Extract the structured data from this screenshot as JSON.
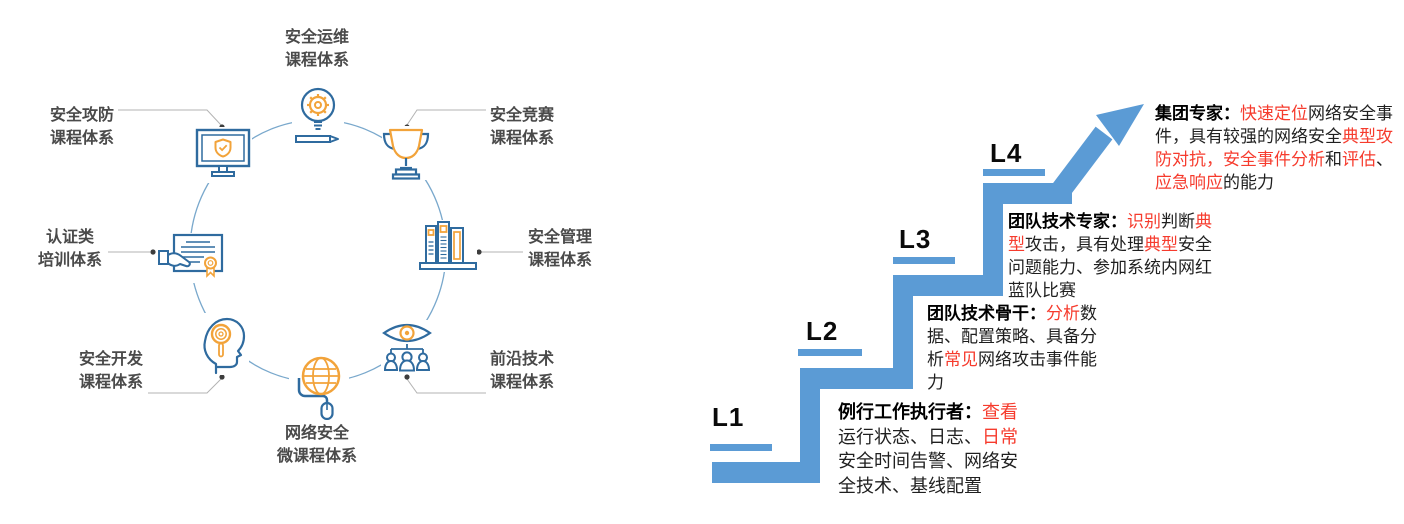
{
  "colors": {
    "icon_blue": "#2f6b9f",
    "icon_orange": "#f2a33a",
    "circle_blue": "#79a8cc",
    "callout_gray": "#b3b3b3",
    "stair_blue": "#5b9bd5",
    "highlight_red": "#f63b2d",
    "body_text": "#1f1f1f",
    "wheel_label_gray": "#4a4a4a"
  },
  "left_diagram": {
    "items": [
      {
        "id": "ops",
        "label_line1": "安全运维",
        "label_line2": "课程体系",
        "icon": "lightbulb-gear-icon"
      },
      {
        "id": "competition",
        "label_line1": "安全竞赛",
        "label_line2": "课程体系",
        "icon": "trophy-icon"
      },
      {
        "id": "management",
        "label_line1": "安全管理",
        "label_line2": "课程体系",
        "icon": "books-icon"
      },
      {
        "id": "frontier",
        "label_line1": "前沿技术",
        "label_line2": "课程体系",
        "icon": "eye-team-icon"
      },
      {
        "id": "micro",
        "label_line1": "网络安全",
        "label_line2": "微课程体系",
        "icon": "globe-mouse-icon"
      },
      {
        "id": "dev",
        "label_line1": "安全开发",
        "label_line2": "课程体系",
        "icon": "head-magnifier-icon"
      },
      {
        "id": "cert",
        "label_line1": "认证类",
        "label_line2": "培训体系",
        "icon": "certificate-hand-icon"
      },
      {
        "id": "attack",
        "label_line1": "安全攻防",
        "label_line2": "课程体系",
        "icon": "monitor-shield-icon"
      }
    ]
  },
  "ladder": {
    "levels": [
      {
        "label": "L1",
        "segments": [
          {
            "t": "例行工作执行者：",
            "b": true
          },
          {
            "t": "查看",
            "r": true
          },
          {
            "t": "运行状态、日志、"
          },
          {
            "t": "日常",
            "r": true
          },
          {
            "t": "安全时间告警、网络安全技术、基线配置"
          }
        ]
      },
      {
        "label": "L2",
        "segments": [
          {
            "t": "团队技术骨干：",
            "b": true
          },
          {
            "t": "分析",
            "r": true
          },
          {
            "t": "数据、配置策略、具备分析"
          },
          {
            "t": "常见",
            "r": true
          },
          {
            "t": "网络攻击事件能力"
          }
        ]
      },
      {
        "label": "L3",
        "segments": [
          {
            "t": "团队技术专家：",
            "b": true
          },
          {
            "t": "识别",
            "r": true
          },
          {
            "t": "判断"
          },
          {
            "t": "典型",
            "r": true
          },
          {
            "t": "攻击，具有处理"
          },
          {
            "t": "典型",
            "r": true
          },
          {
            "t": "安全问题能力、参加系统内网红蓝队比赛"
          }
        ]
      },
      {
        "label": "L4",
        "segments": [
          {
            "t": "集团专家：",
            "b": true
          },
          {
            "t": "快速定位",
            "r": true
          },
          {
            "t": "网络安全事件，具有较强的网络安全"
          },
          {
            "t": "典型攻防对抗，安全事件分析",
            "r": true
          },
          {
            "t": "和"
          },
          {
            "t": "评估",
            "r": true
          },
          {
            "t": "、"
          },
          {
            "t": "应急响应",
            "r": true
          },
          {
            "t": "的能力"
          }
        ]
      }
    ]
  }
}
